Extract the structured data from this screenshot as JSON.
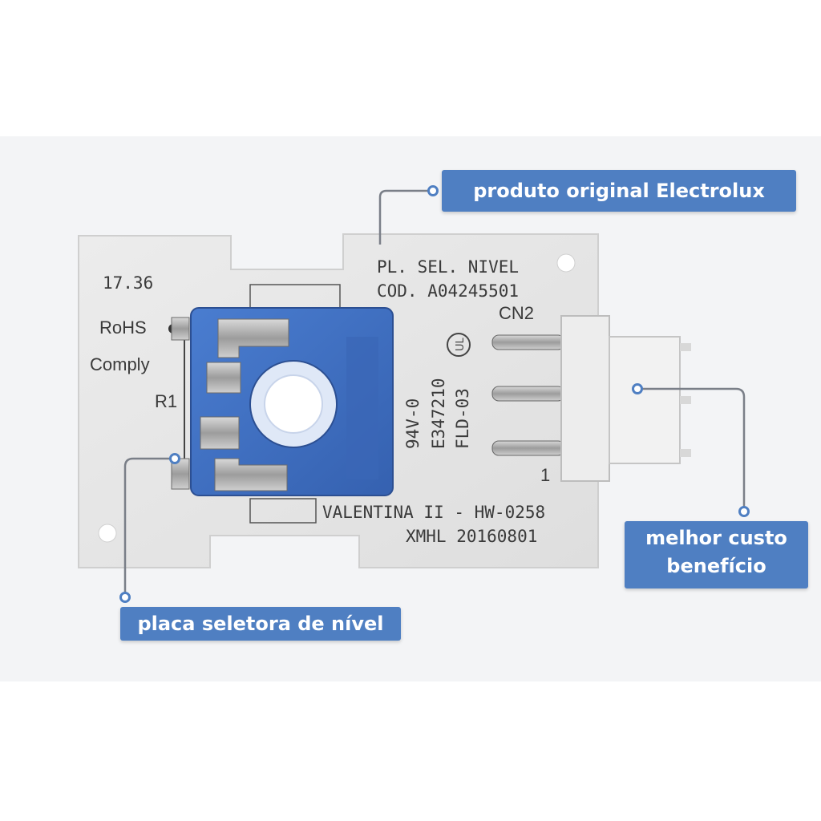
{
  "board": {
    "date_code": "17.36",
    "rohs": "RoHS",
    "comply": "Comply",
    "ref": "R1",
    "line1": "PL. SEL. NIVEL",
    "line2": "COD. A04245501",
    "connector": "CN2",
    "pin_label": "1",
    "rot1": "94V-0",
    "rot2": "E347210",
    "rot3": "FLD-03",
    "bottom1": "VALENTINA II - HW-0258",
    "bottom2": "XMHL 20160801"
  },
  "callouts": {
    "original": "produto original Electrolux",
    "value_line1": "melhor custo",
    "value_line2": "benefício",
    "selector": "placa seletora de nível"
  },
  "colors": {
    "callout_bg": "#4f7fc2",
    "board": "#e6e6e6",
    "potentiometer": "#3f6fbf"
  }
}
